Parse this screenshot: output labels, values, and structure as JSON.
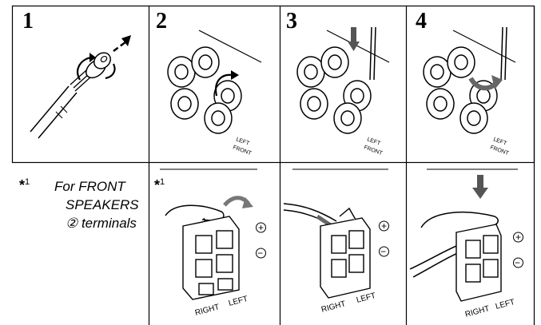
{
  "steps": [
    {
      "number": "1"
    },
    {
      "number": "2"
    },
    {
      "number": "3"
    },
    {
      "number": "4"
    }
  ],
  "footnote": {
    "marker": "*",
    "marker_index": "1",
    "lines": [
      "For FRONT",
      "SPEAKERS",
      "② terminals"
    ]
  },
  "terminal_labels": {
    "left": "LEFT",
    "front": "FRONT",
    "right": "RIGHT",
    "plus": "+",
    "minus": "−"
  }
}
